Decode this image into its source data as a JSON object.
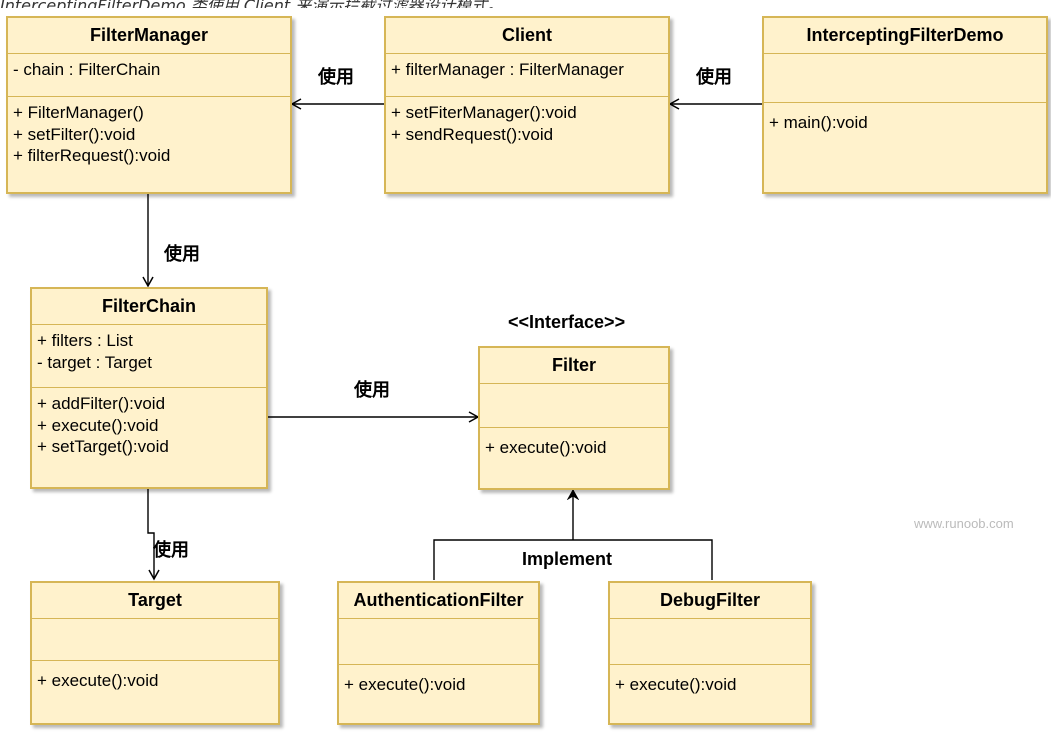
{
  "caption": "InterceptingFilterDemo 类使用 Client 来演示拦截过滤器设计模式。",
  "classes": {
    "filter_manager": {
      "name": "FilterManager",
      "attributes": [
        "- chain : FilterChain"
      ],
      "operations": [
        "+ FilterManager()",
        "+ setFilter():void",
        "+ filterRequest():void"
      ]
    },
    "client": {
      "name": "Client",
      "attributes": [
        "+ filterManager : FilterManager"
      ],
      "operations": [
        "+ setFiterManager():void",
        "+ sendRequest():void"
      ]
    },
    "demo": {
      "name": "InterceptingFilterDemo",
      "attributes": [],
      "operations": [
        "+ main():void"
      ]
    },
    "filter_chain": {
      "name": "FilterChain",
      "attributes": [
        "+ filters : List",
        "- target : Target"
      ],
      "operations": [
        "+ addFilter():void",
        "+ execute():void",
        "+ setTarget():void"
      ]
    },
    "filter": {
      "stereotype": "<<Interface>>",
      "name": "Filter",
      "attributes": [],
      "operations": [
        "+ execute():void"
      ]
    },
    "target": {
      "name": "Target",
      "attributes": [],
      "operations": [
        "+ execute():void"
      ]
    },
    "auth_filter": {
      "name": "AuthenticationFilter",
      "attributes": [],
      "operations": [
        "+ execute():void"
      ]
    },
    "debug_filter": {
      "name": "DebugFilter",
      "attributes": [],
      "operations": [
        "+ execute():void"
      ]
    }
  },
  "relations": {
    "client_to_manager": "使用",
    "demo_to_client": "使用",
    "manager_to_chain": "使用",
    "chain_to_filter": "使用",
    "chain_to_target": "使用",
    "implement": "Implement"
  },
  "watermark": "www.runoob.com",
  "colors": {
    "fill": "#fff2cc",
    "stroke": "#d6b656",
    "edge": "#000000"
  }
}
